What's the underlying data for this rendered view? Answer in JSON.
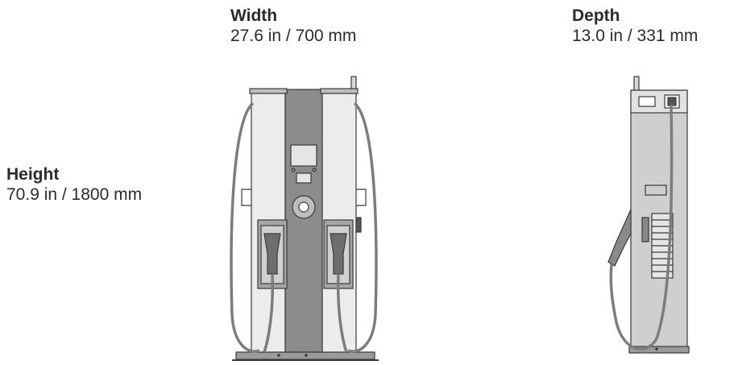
{
  "dimensions": {
    "width": {
      "label": "Width",
      "value": "27.6 in / 700 mm"
    },
    "depth": {
      "label": "Depth",
      "value": "13.0 in / 331 mm"
    },
    "height": {
      "label": "Height",
      "value": "70.9 in / 1800 mm"
    }
  },
  "colors": {
    "outline": "#3a3a3a",
    "center_panel": "#8c8c8c",
    "side_panels": "#ececec",
    "body_gray": "#cfcfcf",
    "cable": "#7d7d7d",
    "holster": "#a6a6a6"
  },
  "illustrations": {
    "front": "ev-charger-front-view",
    "side": "ev-charger-side-view"
  }
}
